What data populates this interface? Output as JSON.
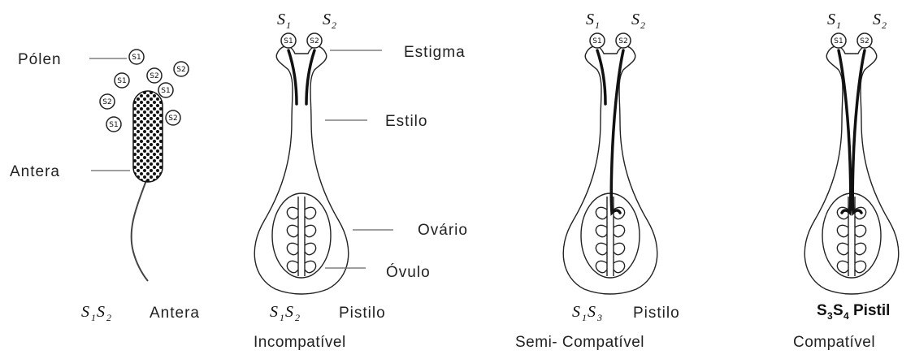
{
  "labels": {
    "polen": "Pólen",
    "antera_left": "Antera",
    "estigma": "Estigma",
    "estilo": "Estilo",
    "ovario": "Ovário",
    "ovulo": "Óvulo"
  },
  "bottom_labels": {
    "anther": {
      "genotype": [
        "S",
        "1",
        "S",
        "2"
      ],
      "word": "Antera"
    },
    "pistil1": {
      "genotype": [
        "S",
        "1",
        "S",
        "2"
      ],
      "word": "Pistilo"
    },
    "pistil2": {
      "genotype": [
        "S",
        "1",
        "S",
        "3"
      ],
      "word": "Pistilo"
    },
    "pistil3": {
      "genotype": [
        "S",
        "3",
        "S",
        "4"
      ],
      "word": "Pistil"
    }
  },
  "pistil_top_labels": [
    {
      "s1": "S",
      "s1_sub": "1",
      "s2": "S",
      "s2_sub": "2"
    },
    {
      "s1": "S",
      "s1_sub": "1",
      "s2": "S",
      "s2_sub": "2"
    },
    {
      "s1": "S",
      "s1_sub": "1",
      "s2": "S",
      "s2_sub": "2"
    }
  ],
  "pollen_grain_text": "S1",
  "pollen_grain_text_2": "S2",
  "captions": {
    "incompativel": "Incompatível",
    "semi": "Semi- Compatível",
    "compativel": "Compatível"
  },
  "grain_colors": {
    "stroke": "#222222",
    "fill": "#ffffff"
  }
}
